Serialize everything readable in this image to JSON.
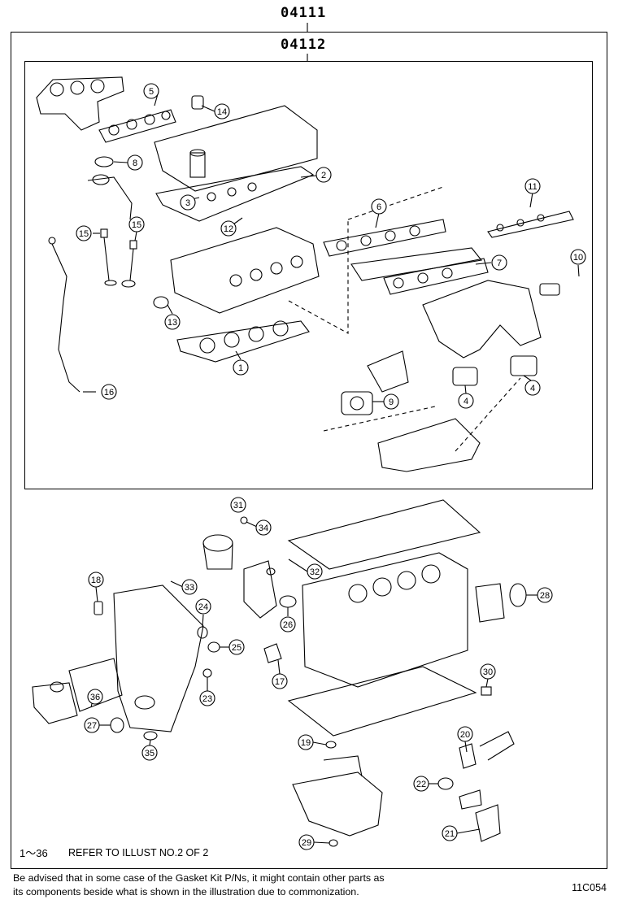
{
  "part_numbers": {
    "outer": "04111",
    "inner": "04112"
  },
  "callouts": [
    "1",
    "2",
    "3",
    "4",
    "5",
    "6",
    "7",
    "8",
    "9",
    "10",
    "11",
    "12",
    "13",
    "14",
    "15",
    "16",
    "17",
    "18",
    "19",
    "20",
    "21",
    "22",
    "23",
    "24",
    "25",
    "26",
    "27",
    "28",
    "29",
    "30",
    "31",
    "32",
    "33",
    "34",
    "35",
    "36"
  ],
  "refer_range": "1〜36",
  "refer_text": "REFER TO ILLUST NO.2 OF 2",
  "advisory": [
    "Be advised that in some case of the Gasket Kit P/Ns,  it might contain other parts as",
    "its components beside what is shown in the illustration due to commonization."
  ],
  "illustration_code": "11C054"
}
